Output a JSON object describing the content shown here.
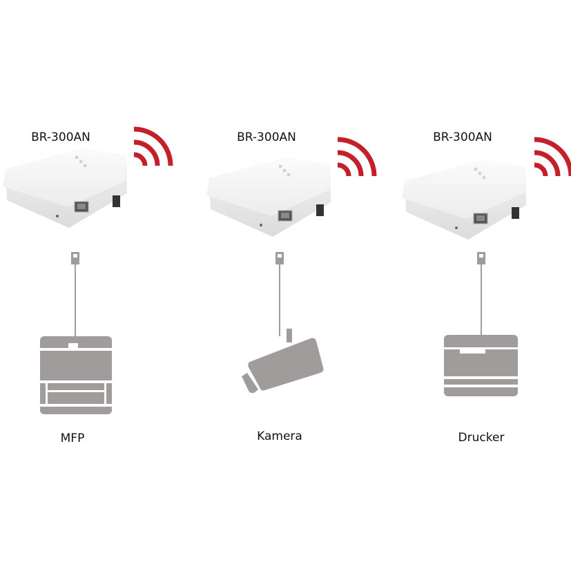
{
  "colors": {
    "wifi": "#c4202a",
    "icon_gray": "#a09c9c",
    "router": "#eeeeee"
  },
  "units": [
    {
      "router_label": "BR-300AN",
      "device_label": "MFP",
      "device_icon": "mfp-icon"
    },
    {
      "router_label": "BR-300AN",
      "device_label": "Kamera",
      "device_icon": "camera-icon"
    },
    {
      "router_label": "BR-300AN",
      "device_label": "Drucker",
      "device_icon": "printer-icon"
    }
  ]
}
